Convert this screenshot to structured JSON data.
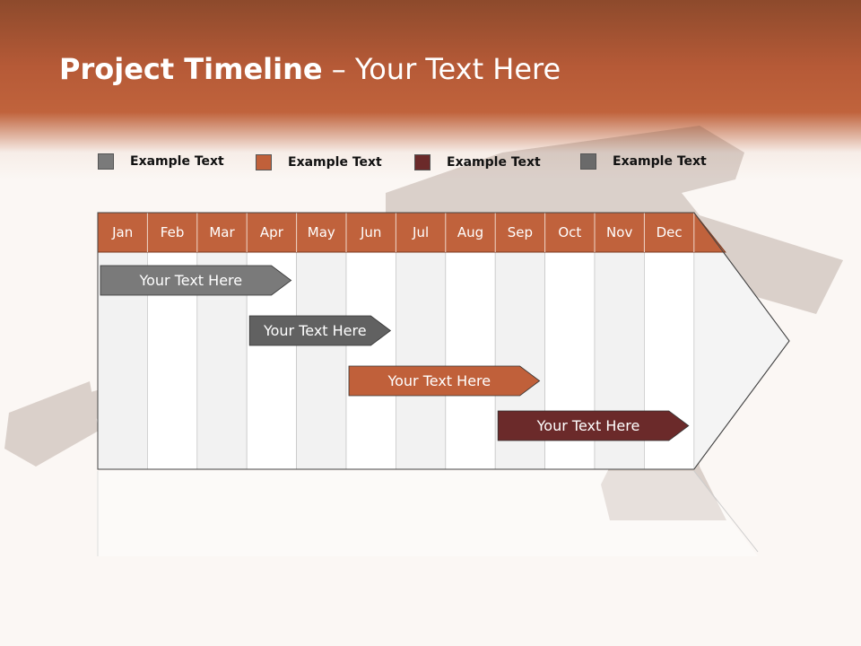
{
  "title": {
    "bold": "Project Timeline",
    "rest": " – Your Text Here"
  },
  "legend": [
    {
      "label": "Example Text",
      "color": "#7a7a7a"
    },
    {
      "label": "Example Text",
      "color": "#c0603a"
    },
    {
      "label": "Example Text",
      "color": "#6b2a2a"
    },
    {
      "label": "Example Text",
      "color": "#6a6a6a"
    }
  ],
  "months": [
    "Jan",
    "Feb",
    "Mar",
    "Apr",
    "May",
    "Jun",
    "Jul",
    "Aug",
    "Sep",
    "Oct",
    "Nov",
    "Dec"
  ],
  "tasks": [
    {
      "label": "Your  Text Here",
      "start_month": "Jan",
      "end_month": "Apr",
      "color": "#7a7a7a"
    },
    {
      "label": "Your  Text Here",
      "start_month": "Apr",
      "end_month": "Jun",
      "color": "#616161"
    },
    {
      "label": "Your  Text Here",
      "start_month": "Jun",
      "end_month": "Sep",
      "color": "#c0603a"
    },
    {
      "label": "Your  Text Here",
      "start_month": "Sep",
      "end_month": "Dec",
      "color": "#6b2a2a"
    }
  ],
  "colors": {
    "header_band": "#c0633c",
    "month_row": "#c0623c"
  }
}
